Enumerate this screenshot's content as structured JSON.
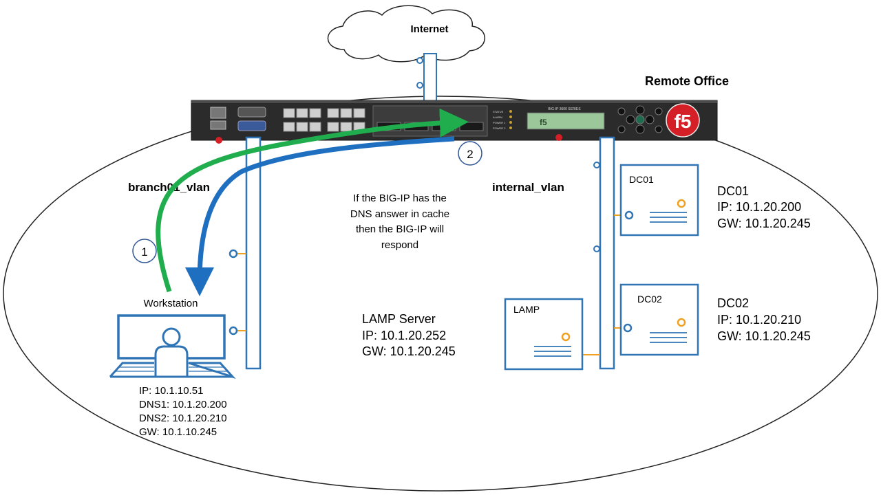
{
  "internet": {
    "label": "Internet"
  },
  "remote_office": {
    "label": "Remote Office"
  },
  "bigip": {
    "series_text": "BIG-IP 3600 SERIES",
    "lcd_text": "f5",
    "logo_text": "f5",
    "status_labels": [
      "STATUS",
      "ALARM",
      "POWER 1",
      "POWER 2"
    ]
  },
  "vlans": {
    "branch": "branch01_vlan",
    "internal": "internal_vlan"
  },
  "steps": {
    "one": "1",
    "two": "2"
  },
  "note": {
    "lines": [
      "If the BIG-IP has the",
      "DNS answer in cache",
      "then the BIG-IP will",
      "respond"
    ]
  },
  "workstation": {
    "label": "Workstation",
    "info": [
      "IP: 10.1.10.51",
      "DNS1: 10.1.20.200",
      "DNS2: 10.1.20.210",
      "GW: 10.1.10.245"
    ]
  },
  "lamp": {
    "box_label": "LAMP",
    "info": [
      "LAMP Server",
      "IP: 10.1.20.252",
      "GW: 10.1.20.245"
    ]
  },
  "dc01": {
    "box_label": "DC01",
    "info": [
      "DC01",
      "IP: 10.1.20.200",
      "GW: 10.1.20.245"
    ]
  },
  "dc02": {
    "box_label": "DC02",
    "info": [
      "DC02",
      "IP: 10.1.20.210",
      "GW: 10.1.20.245"
    ]
  },
  "colors": {
    "request_arrow": "#1fad4d",
    "response_arrow": "#1f6fc1",
    "device_blue": "#2f74b5",
    "accent_orange": "#f0a020",
    "appliance": "#2b2b2b",
    "f5_red": "#d51f26"
  }
}
